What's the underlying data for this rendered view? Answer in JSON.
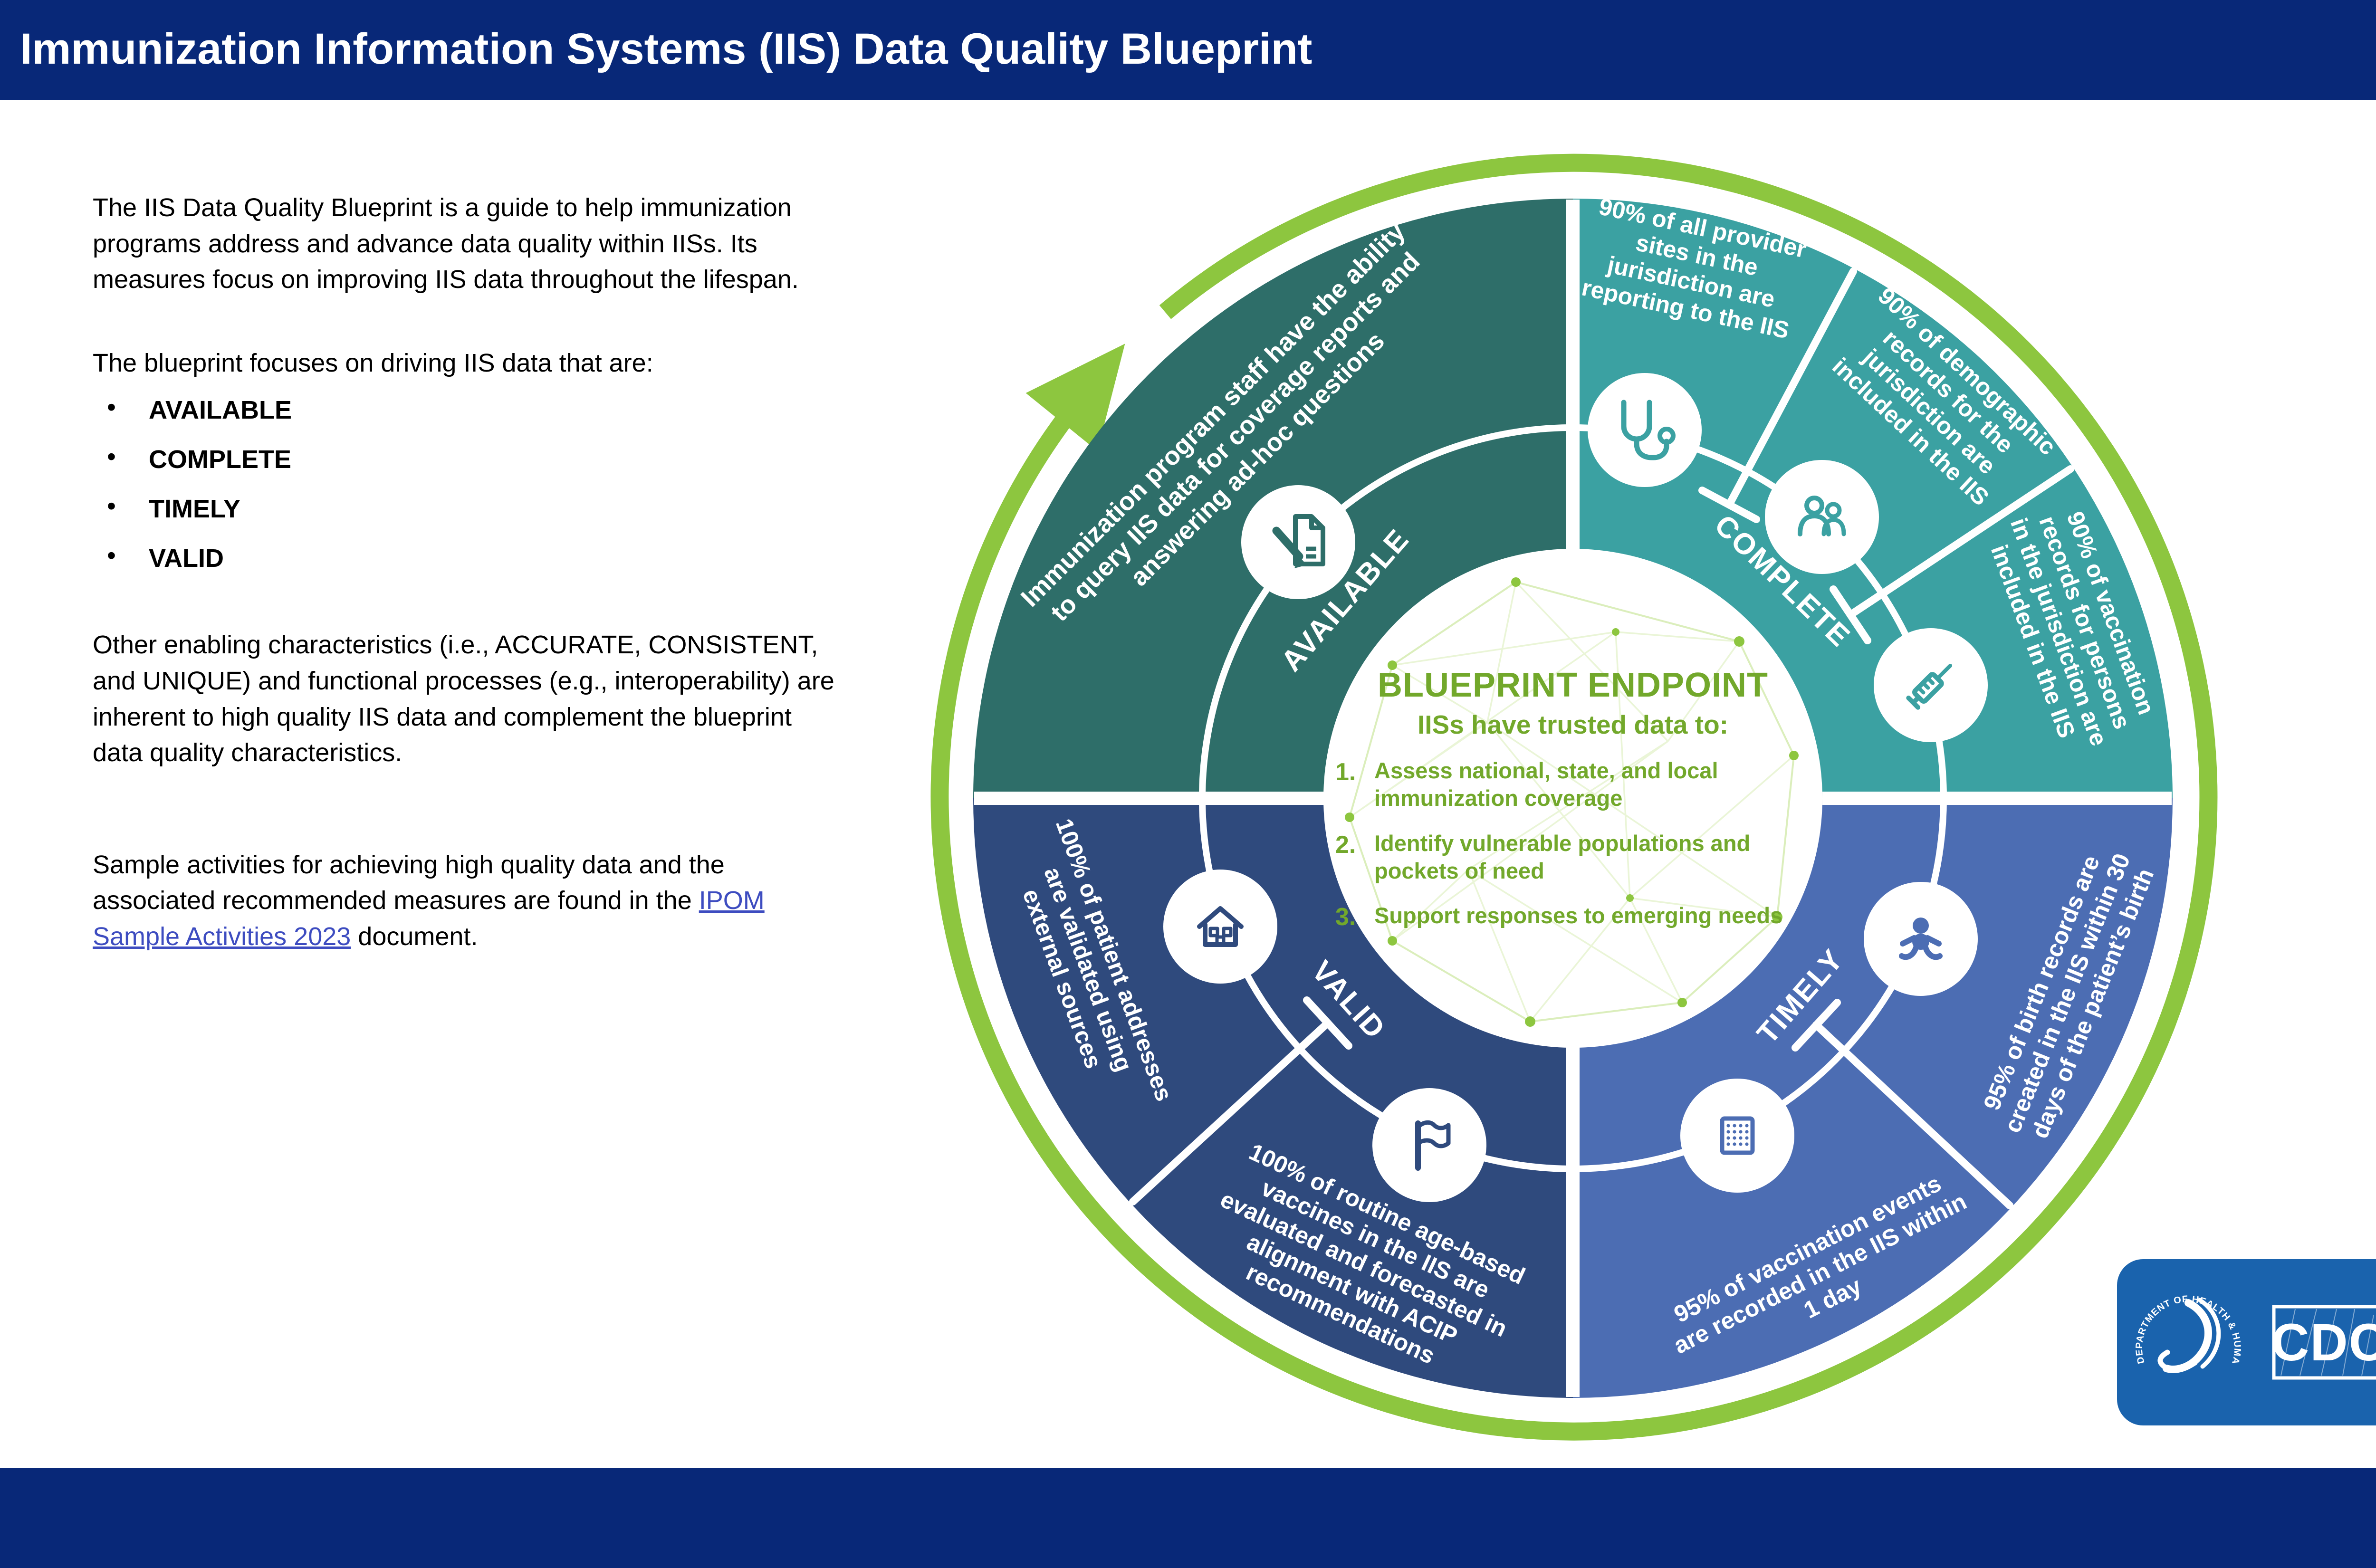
{
  "header": {
    "title": "Immunization Information Systems (IIS) Data Quality Blueprint"
  },
  "intro": {
    "p1": "The IIS Data Quality Blueprint is a guide to help immunization programs address and advance data quality within IISs. Its measures focus on improving IIS data throughout the lifespan.",
    "p2_lead": "The blueprint focuses on driving IIS data that are:",
    "bullets": [
      "AVAILABLE",
      "COMPLETE",
      "TIMELY",
      "VALID"
    ],
    "p3": "Other enabling characteristics (i.e., ACCURATE, CONSISTENT, and UNIQUE) and functional processes (e.g., interoperability) are inherent to high quality IIS data and complement the blueprint data quality characteristics.",
    "p4_before": "Sample activities for achieving high quality data and the associated recommended measures are found in the ",
    "p4_link": "IPOM Sample Activities 2023",
    "p4_after": " document."
  },
  "wheel": {
    "labels": {
      "available": "AVAILABLE",
      "complete": "COMPLETE",
      "timely": "TIMELY",
      "valid": "VALID"
    },
    "measures": {
      "available": "Immunization program staff have the ability to query IIS data for coverage reports and answering ad-hoc questions",
      "provider_sites": "90% of all provider sites in the jurisdiction are reporting to the IIS",
      "demographic": "90% of demographic records for the jurisdiction are included in the IIS",
      "vaccination_records": "90% of vaccination records for persons in the jurisdiction are included in the IIS",
      "birth_records": "95% of birth records are created in the IIS within 30 days of the patient’s birth",
      "vaccination_events": "95% of vaccination events are recorded in the IIS within 1 day",
      "acip": "100% of routine age-based vaccines in the IIS are evaluated and forecasted in alignment with ACIP recommendations",
      "addresses": "100% of patient addresses are validated using external sources"
    },
    "icons": {
      "available": "document-pencil-icon",
      "provider_sites": "stethoscope-icon",
      "demographic": "people-icon",
      "vaccination_records": "syringe-icon",
      "birth_records": "baby-icon",
      "vaccination_events": "calendar-icon",
      "acip": "flag-icon",
      "addresses": "house-icon"
    },
    "center": {
      "title": "BLUEPRINT ENDPOINT",
      "subtitle": "IISs have trusted data to:",
      "items": [
        {
          "n": "1.",
          "text": "Assess national, state, and local immunization coverage"
        },
        {
          "n": "2.",
          "text": "Identify vulnerable populations and pockets of need"
        },
        {
          "n": "3.",
          "text": "Support responses to emerging needs"
        }
      ]
    }
  },
  "logo": {
    "seal_text": "DEPARTMENT OF HEALTH & HUMAN SERVICES • USA",
    "cdc": "CDC"
  },
  "colors": {
    "bar_navy": "#082878",
    "dark_teal": "#2e6e69",
    "teal": "#3ba1a2",
    "blue": "#4c6db3",
    "navy_quadrant": "#2f4a7d",
    "ring_green": "#8dc63f",
    "center_green": "#72a82b",
    "link_blue": "#3d4cc0",
    "cdc_blue": "#1a63ad"
  }
}
